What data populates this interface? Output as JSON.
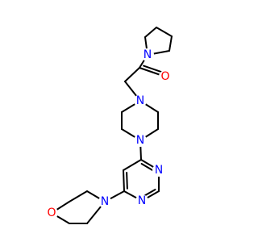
{
  "molecule": {
    "atoms": {
      "n_pyrrolidine": {
        "label": "N",
        "color": "#0000ff"
      },
      "o_carbonyl": {
        "label": "O",
        "color": "#ff0000"
      },
      "n_piperazine_top": {
        "label": "N",
        "color": "#0000ff"
      },
      "n_piperazine_bottom": {
        "label": "N",
        "color": "#0000ff"
      },
      "n_pyrimidine_right": {
        "label": "N",
        "color": "#0000ff"
      },
      "n_pyrimidine_bottom": {
        "label": "N",
        "color": "#0000ff"
      },
      "n_morpholine": {
        "label": "N",
        "color": "#0000ff"
      },
      "o_morpholine": {
        "label": "O",
        "color": "#ff0000"
      }
    },
    "bond_color": "#000000"
  }
}
